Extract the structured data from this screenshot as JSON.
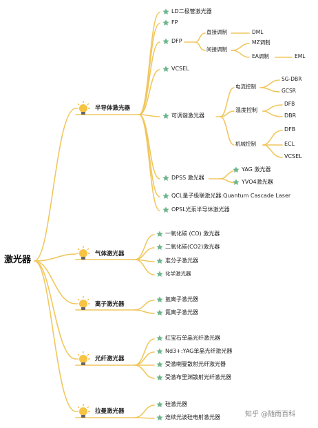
{
  "root": "激光器",
  "categories": [
    {
      "label": "半导体激光器",
      "icon": "lightbulb-icon"
    },
    {
      "label": "气体激光器",
      "icon": "lightbulb-icon"
    },
    {
      "label": "离子激光器",
      "icon": "lightbulb-icon"
    },
    {
      "label": "光纤激光器",
      "icon": "lightbulb-icon"
    },
    {
      "label": "拉曼激光器",
      "icon": "lightbulb-icon"
    }
  ],
  "semiconductor": {
    "ld": "LD二极管激光器",
    "fp": "FP",
    "dfp": "DFP",
    "direct": "直接调制",
    "dml": "DML",
    "indirect": "间接调制",
    "mz": "MZ调制",
    "ea": "EA调制",
    "eml": "EML",
    "vcsel": "VCSEL",
    "tunable": "可调谐激光器",
    "current": "电流控制",
    "sgdbr": "SG-DBR",
    "gcsr": "GCSR",
    "temp": "温度控制",
    "dfb1": "DFB",
    "dbr": "DBR",
    "mech": "机械控制",
    "dfb2": "DFB",
    "ecl": "ECL",
    "vcsel2": "VCSEL",
    "dpss": "DPSS 激光器",
    "yag": "YAG 激光器",
    "yvo4": "YVO4激光器",
    "qcl": "QCL量子级联激光器:Quantum Cascade Laser",
    "opsl": "OPSL光泵半导体激光器"
  },
  "gas": [
    "一氧化碳 (CO) 激光器",
    "二氧化碳(CO2)激光器",
    "准分子激光器",
    "化学激光器"
  ],
  "ion": [
    "氩离子激光器",
    "氮离子激光器"
  ],
  "fiber": [
    "红宝石单晶光纤激光器",
    "Nd3+:YAG单晶光纤激光器",
    "受激喇曼散射光纤激光器",
    "受激布里渊散射光纤激光器"
  ],
  "raman": [
    "硅激光器",
    "连续光波硅电射激光器"
  ],
  "watermark": "知乎 @随雨百科",
  "colors": {
    "branch": "#f0c75e",
    "star": "#6db58c",
    "bulb": "#f2b233"
  }
}
